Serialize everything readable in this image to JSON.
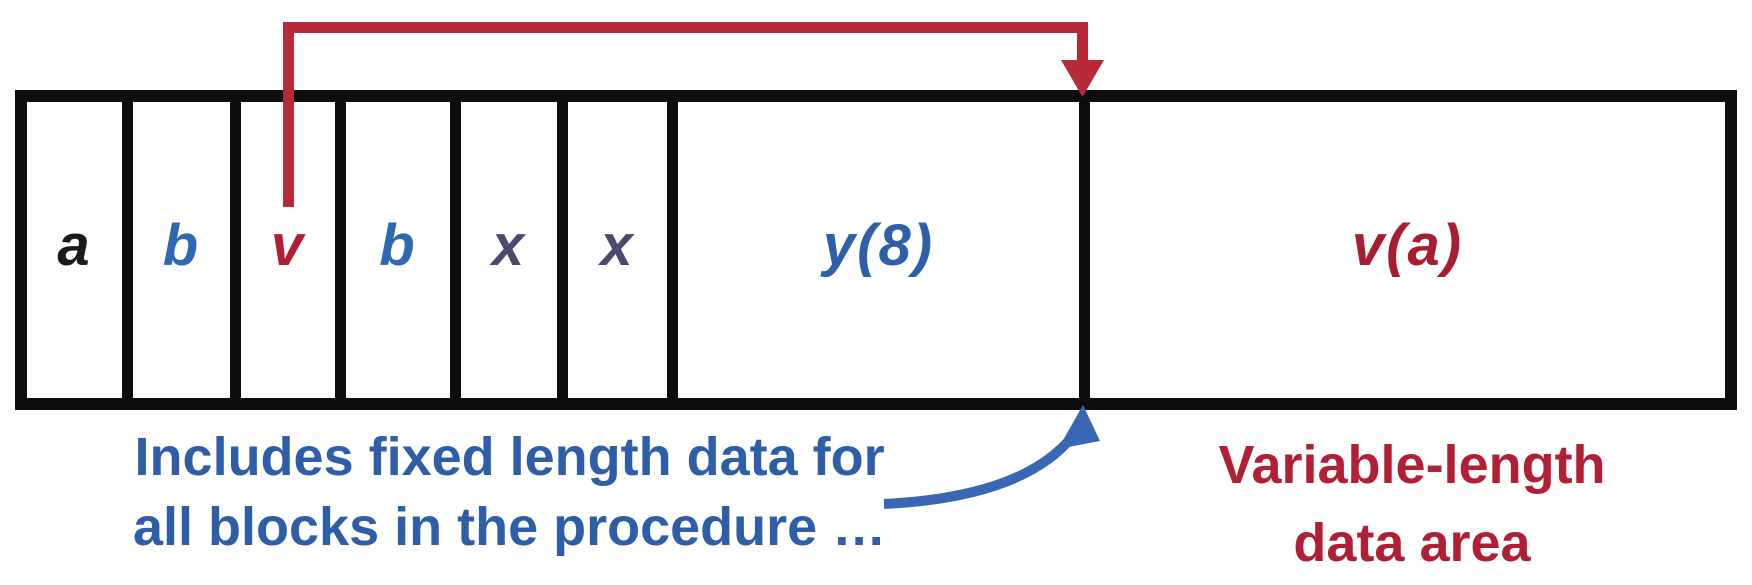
{
  "diagram": {
    "title_semantic": "procedure activation record layout",
    "cells": [
      {
        "label": "a",
        "color": "#1b1b1d"
      },
      {
        "label": "b",
        "color": "#2f68b2"
      },
      {
        "label": "v",
        "color": "#b01e33"
      },
      {
        "label": "b",
        "color": "#2f68b2"
      },
      {
        "label": "x",
        "color": "#4a4a6e"
      },
      {
        "label": "x",
        "color": "#4a4a6e"
      },
      {
        "label": "y(8)",
        "color": "#2e60a9"
      },
      {
        "label": "v(a)",
        "color": "#a81e31"
      }
    ],
    "captions": {
      "fixed_length_line1": "Includes fixed length data for",
      "fixed_length_line2": "all blocks in the procedure …",
      "variable_length_line1": "Variable-length",
      "variable_length_line2": "data area"
    },
    "colors": {
      "background": "#ffffff",
      "box_border": "#0d0d0d",
      "red_arrow": "#b8293a",
      "blue_arrow": "#3a67b4",
      "fixed_caption_blue": "#2e5ea8",
      "variable_caption_red": "#b01f33"
    }
  }
}
